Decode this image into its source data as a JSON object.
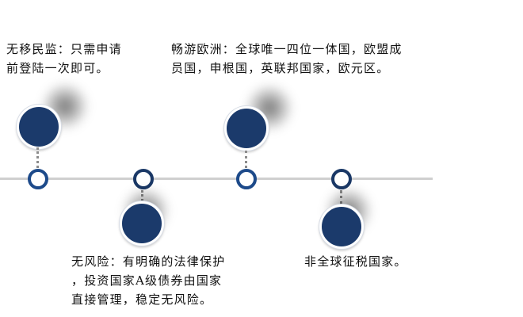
{
  "colors": {
    "bubble_fill": "#1b3a6b",
    "ring_border": "#1d4a8a",
    "timeline": "#cfcfcf",
    "connector": "#8c8c8c"
  },
  "items": [
    {
      "text": "无移民监：只需申请\n前登陆一次即可。",
      "position": "above"
    },
    {
      "text": "无风险：有明确的法律保护\n，投资国家A级债券由国家\n直接管理，稳定无风险。",
      "position": "below"
    },
    {
      "text": "畅游欧洲：全球唯一四位一体国，欧盟成\n员国，申根国，英联邦国家，欧元区。",
      "position": "above"
    },
    {
      "text": "非全球征税国家。",
      "position": "below"
    }
  ]
}
